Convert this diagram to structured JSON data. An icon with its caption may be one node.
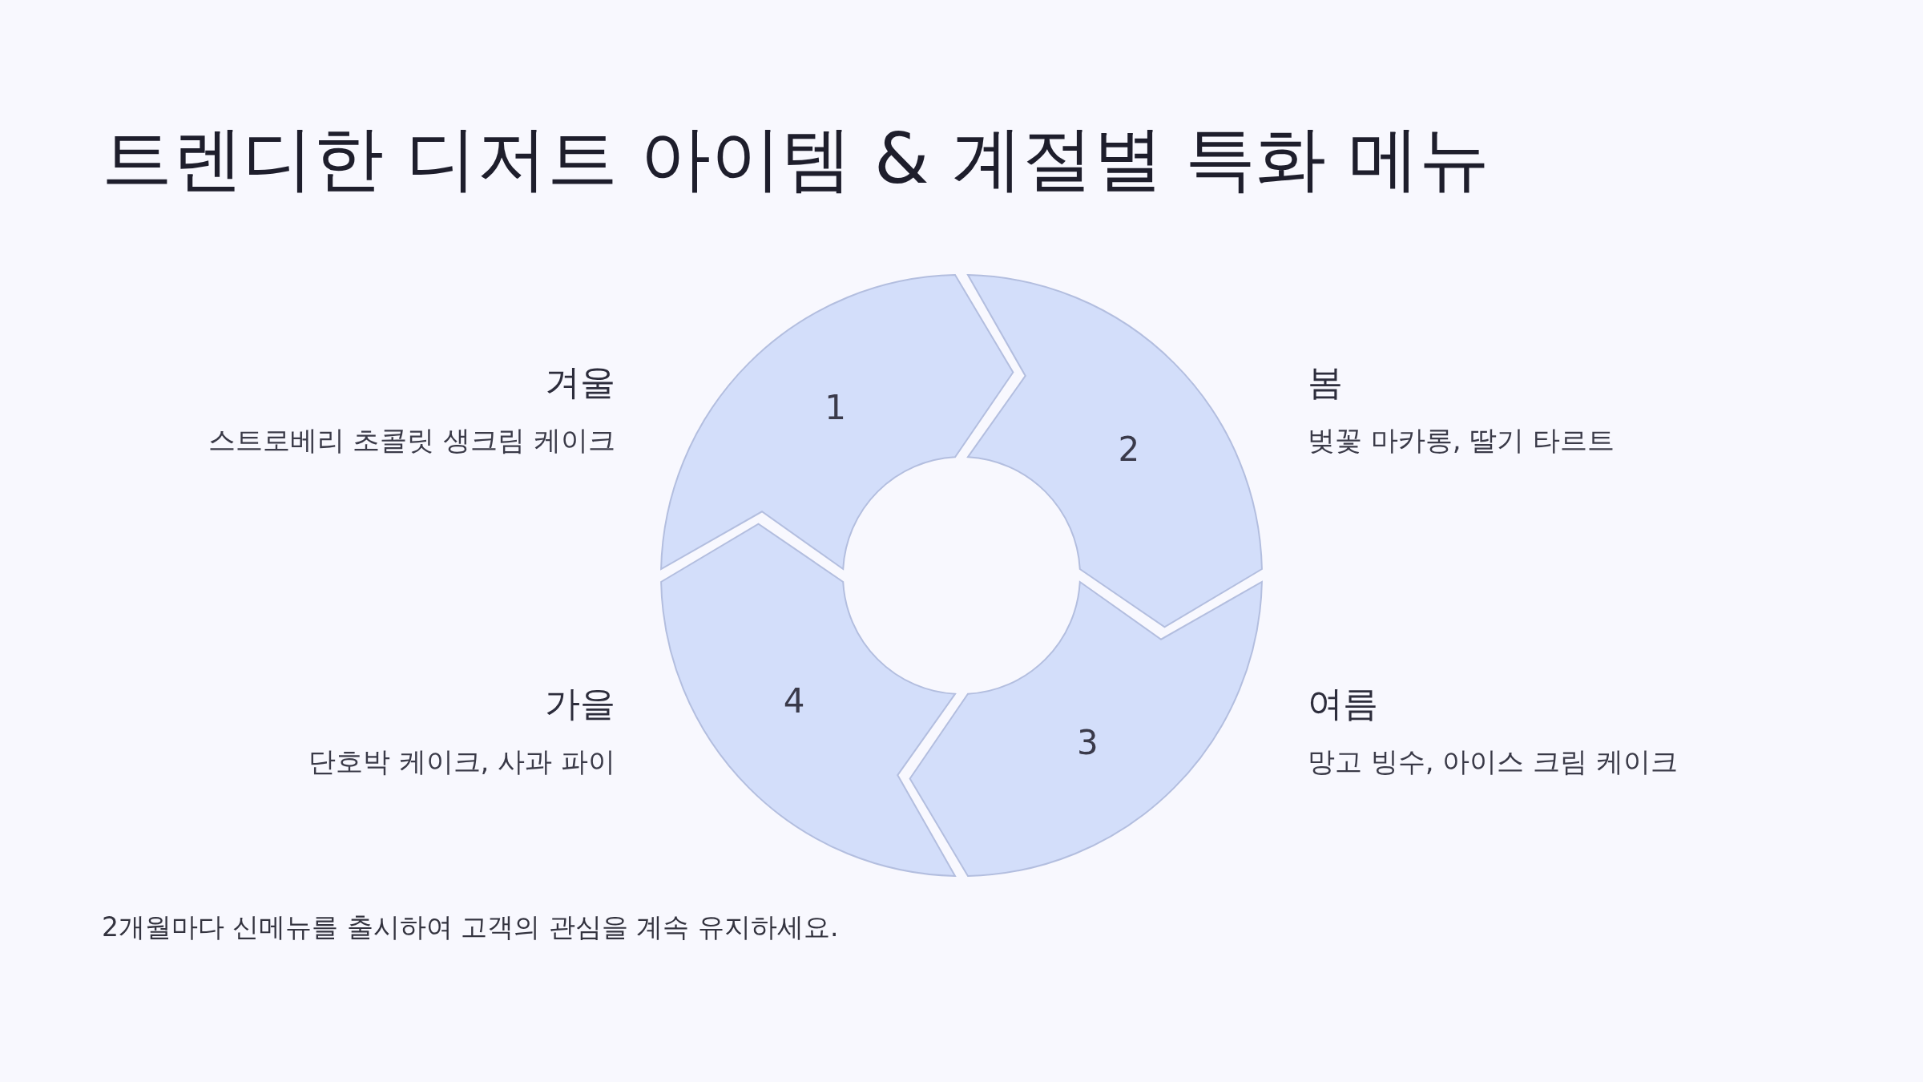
{
  "diagram": {
    "title": "트렌디한 디저트 아이템 & 계절별 특화 메뉴",
    "caption": "2개월마다 신메뉴를 출시하여 고객의 관심을 계속 유지하세요.",
    "nodes": [
      {
        "text": [
          "1"
        ],
        "beside": [
          "겨울",
          "스트로베리 초콜릿 생크림 케이크"
        ]
      },
      {
        "text": [
          "2"
        ],
        "beside": [
          "봄",
          "벚꽃 마카롱, 딸기 타르트"
        ]
      },
      {
        "text": [
          "3"
        ],
        "beside": [
          "여름",
          "망고 빙수, 아이스 크림 케이크"
        ]
      },
      {
        "text": [
          "4"
        ],
        "beside": [
          "가을",
          "단호박 케이크, 사과 파이"
        ]
      }
    ]
  }
}
